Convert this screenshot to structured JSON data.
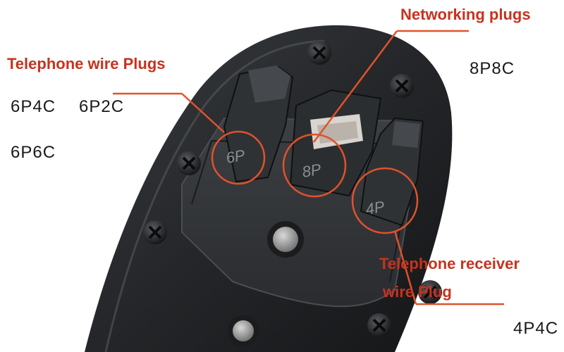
{
  "labels": {
    "networking": "Networking plugs",
    "telephone_wire": "Telephone wire Plugs",
    "receiver_line1": "Telephone receiver",
    "receiver_line2": "wire Plug",
    "c8p8c": "8P8C",
    "c6p4c": "6P4C",
    "c6p2c": "6P2C",
    "c6p6c": "6P6C",
    "c4p4c": "4P4C"
  },
  "die_marks": {
    "six": "6P",
    "eight": "8P",
    "four": "4P"
  },
  "colors": {
    "callout": "#e0522b",
    "label_red": "#c8321e",
    "tool_body": "#26282b"
  }
}
